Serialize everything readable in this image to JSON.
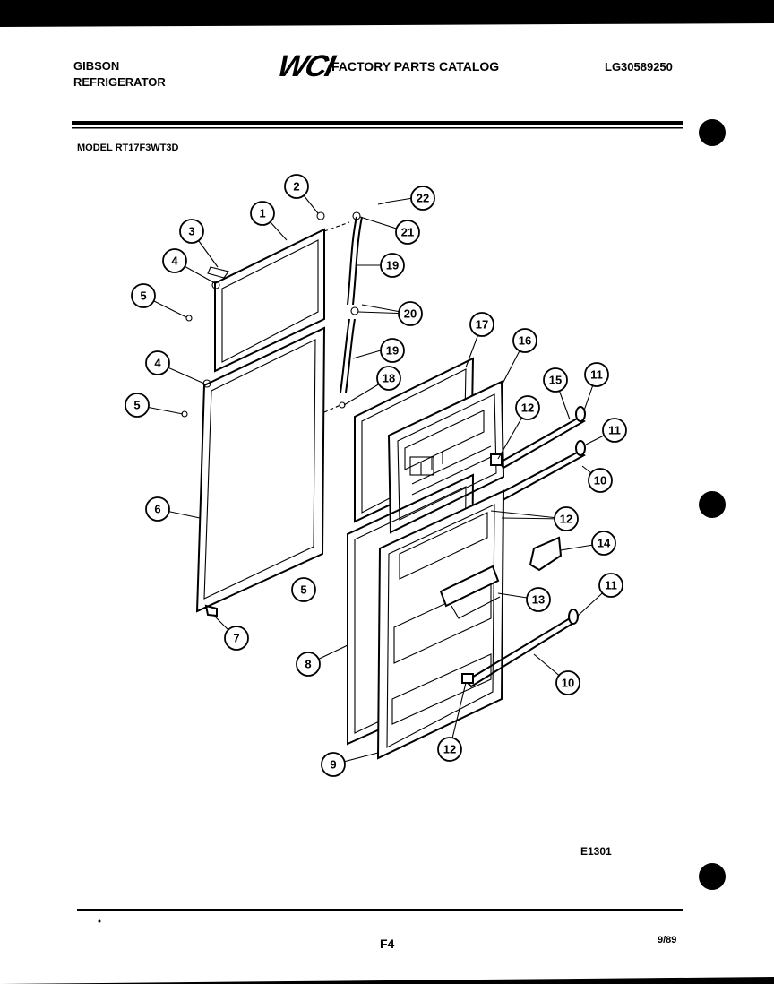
{
  "header": {
    "brand": "GIBSON",
    "product": "REFRIGERATOR",
    "logo_text": "WCI",
    "catalog_title": "FACTORY PARTS CATALOG",
    "doc_number": "LG30589250",
    "model_label": "MODEL RT17F3WT3D"
  },
  "diagram": {
    "figure_code": "E1301",
    "callouts": [
      "1",
      "2",
      "3",
      "4",
      "5",
      "4",
      "5",
      "6",
      "7",
      "5",
      "22",
      "21",
      "19",
      "20",
      "19",
      "18",
      "17",
      "16",
      "15",
      "11",
      "12",
      "11",
      "10",
      "12",
      "14",
      "13",
      "11",
      "8",
      "10",
      "12",
      "9"
    ]
  },
  "footer": {
    "page": "F4",
    "date": "9/89"
  }
}
